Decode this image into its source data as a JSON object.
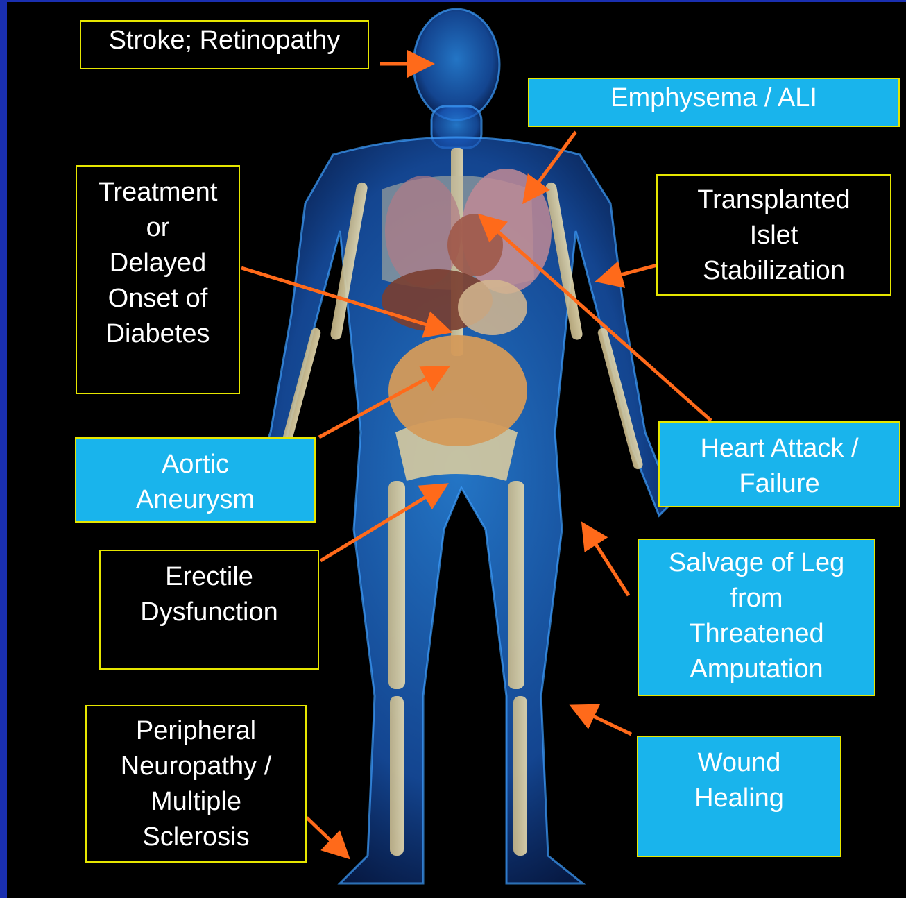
{
  "labels": {
    "stroke": "Stroke; Retinopathy",
    "emphysema": "Emphysema / ALI",
    "diabetes": "Treatment\nor\nDelayed\nOnset of\nDiabetes",
    "islet": "Transplanted\nIslet\nStabilization",
    "aortic": "Aortic\nAneurysm",
    "heart": "Heart Attack /\nFailure",
    "erectile": "Erectile\nDysfunction",
    "leg": "Salvage of Leg\nfrom\nThreatened\nAmputation",
    "neuropathy": "Peripheral\nNeuropathy /\nMultiple\nSclerosis",
    "wound": "Wound\nHealing"
  },
  "colors": {
    "arrow": "#ff6a1a",
    "blue_box": "#19b4ec",
    "box_border": "#e6e600",
    "body_glow": "#1e6fd6",
    "page_bg": "#1a2fb0"
  }
}
